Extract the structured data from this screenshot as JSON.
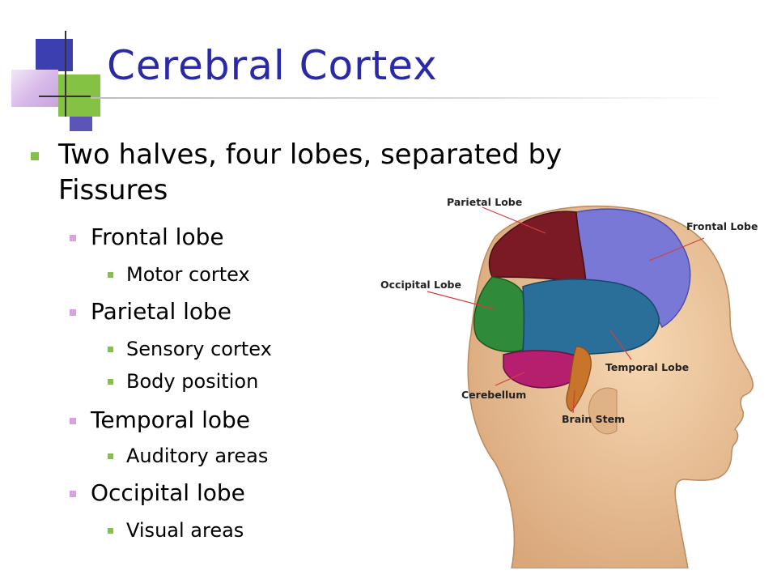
{
  "slide": {
    "title": "Cerebral Cortex",
    "bullets": [
      {
        "level": 1,
        "text": "Two halves, four lobes, separated by"
      },
      {
        "level": 1,
        "text": "Fissures"
      },
      {
        "level": 2,
        "text": "Frontal lobe"
      },
      {
        "level": 3,
        "text": "Motor cortex"
      },
      {
        "level": 2,
        "text": "Parietal lobe"
      },
      {
        "level": 3,
        "text": "Sensory cortex"
      },
      {
        "level": 3,
        "text": "Body position"
      },
      {
        "level": 2,
        "text": "Temporal lobe"
      },
      {
        "level": 3,
        "text": "Auditory areas"
      },
      {
        "level": 2,
        "text": "Occipital lobe"
      },
      {
        "level": 3,
        "text": "Visual areas"
      }
    ]
  },
  "diagram": {
    "labels": {
      "parietal": "Parietal Lobe",
      "frontal": "Frontal Lobe",
      "occipital": "Occipital Lobe",
      "temporal": "Temporal Lobe",
      "cerebellum": "Cerebellum",
      "brainstem": "Brain Stem"
    }
  },
  "colors": {
    "title": "#2a2aa8",
    "bullet_primary": "#85c04a",
    "bullet_secondary": "#d7a2dd",
    "frontal": "#7a78d6",
    "parietal": "#7b1a24",
    "temporal": "#2a6f99",
    "occipital": "#2f8a3a",
    "cerebellum": "#b51f6e",
    "brainstem": "#c8742a",
    "skin": "#eac39a"
  }
}
